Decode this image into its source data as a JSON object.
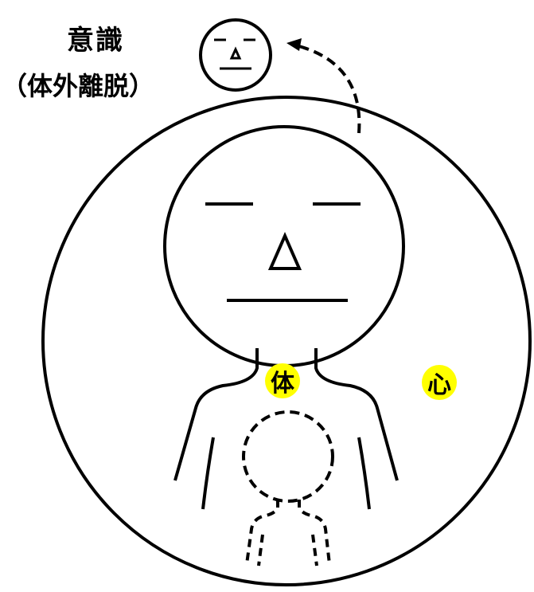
{
  "labels": {
    "consciousness": "意識",
    "consciousness_sub": "（体外離脱）",
    "body": "体",
    "mind": "心"
  },
  "colors": {
    "stroke": "#000000",
    "highlight": "#ffff00",
    "background": "#ffffff"
  }
}
